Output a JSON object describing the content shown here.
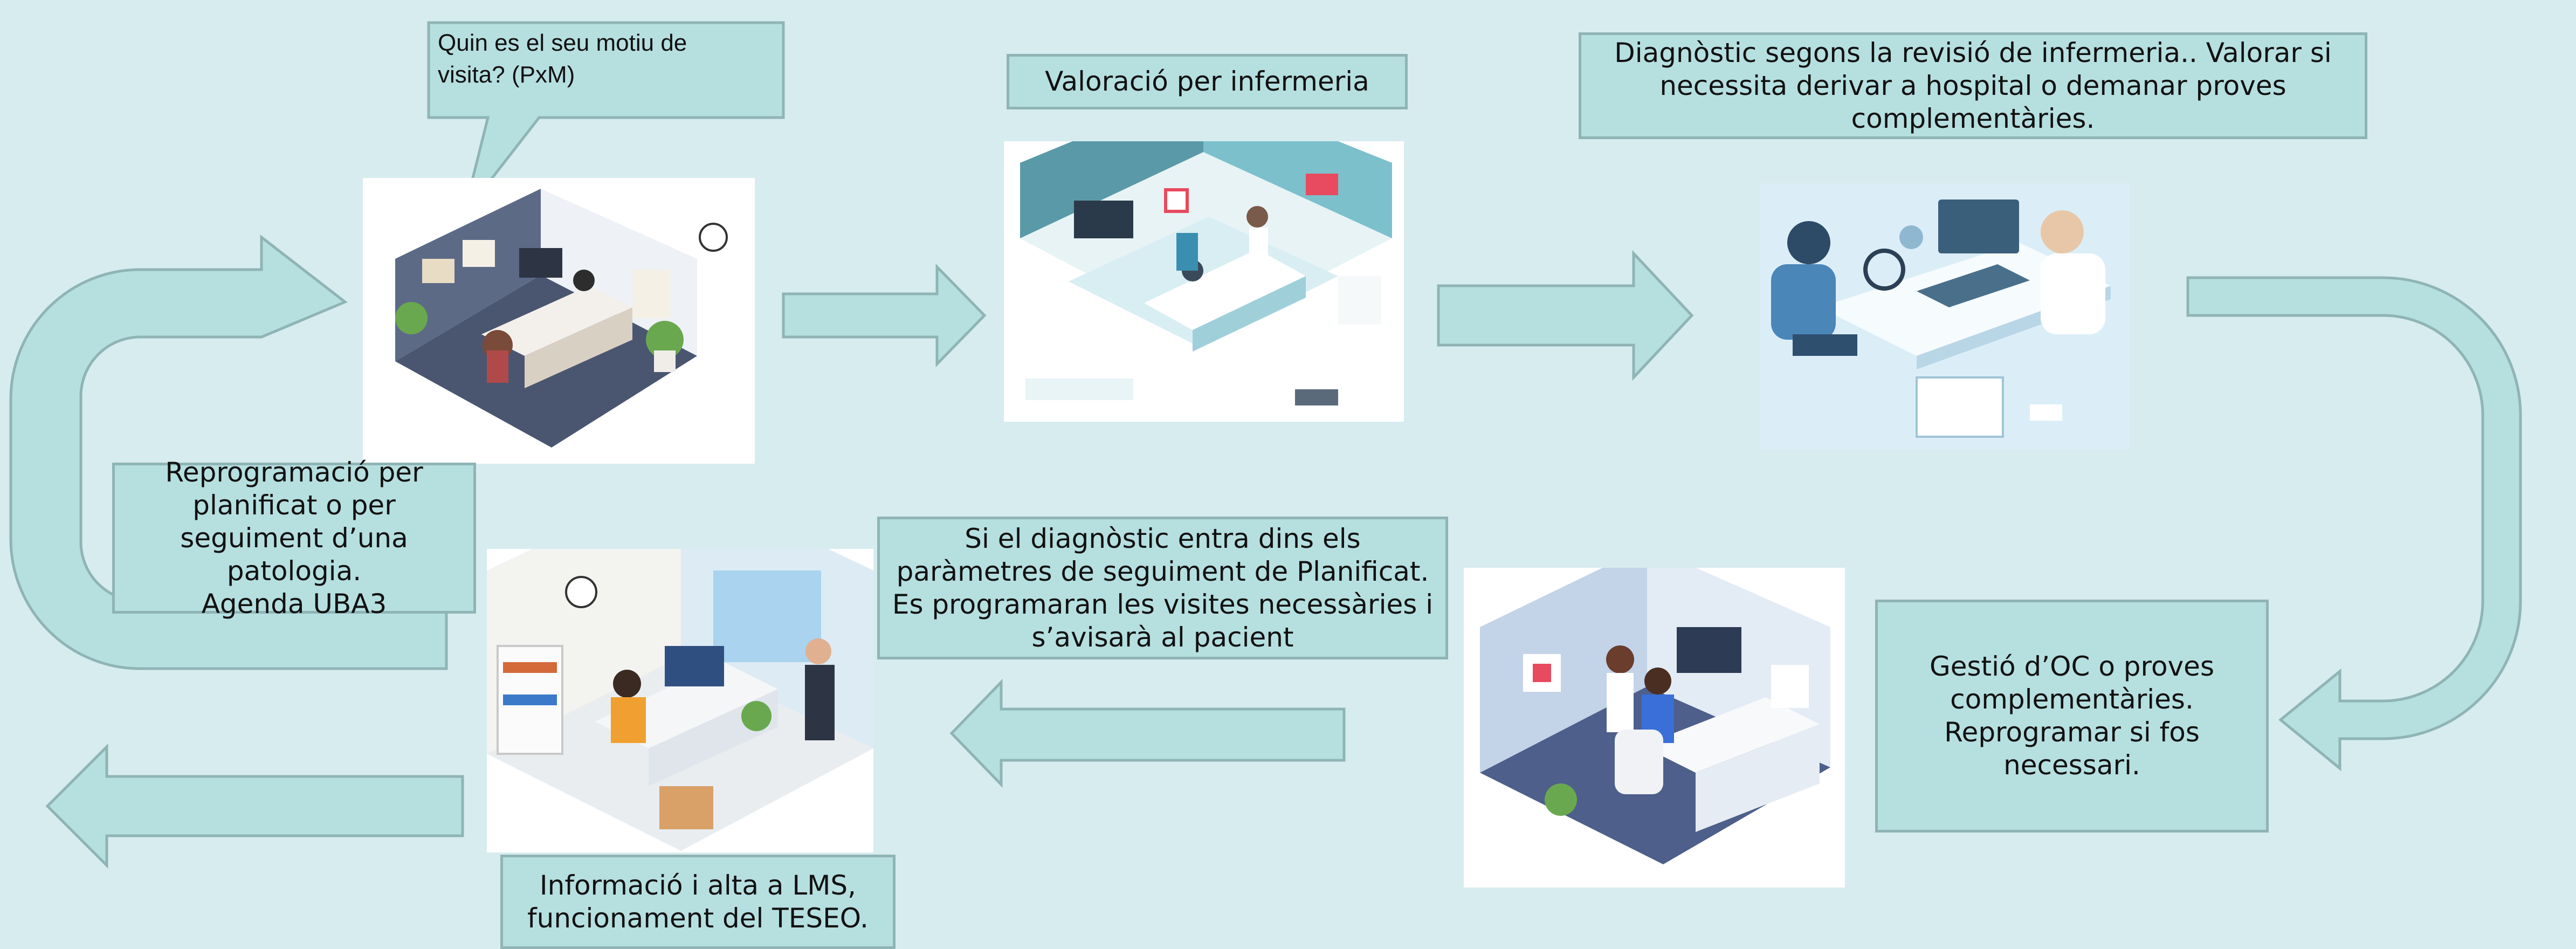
{
  "background_color": "#d7ecee",
  "box_fill": "#b6dfe0",
  "box_border": "#8fb4b6",
  "arrow_fill": "#b6dfe0",
  "steps": {
    "callout": "Quin es el seu motiu de\nvisita? (PxM)",
    "valoracio": "Valoració per infermeria",
    "diagnostic": "Diagnòstic segons la revisió  de infermeria.. Valorar si\nnecessita derivar a hospital o demanar proves\ncomplementàries.",
    "gestio": "Gestió d’OC o proves\ncomplementàries.\nReprogramar si fos\nnecessari.",
    "seguiment": "Si el diagnòstic entra dins els\nparàmetres de seguiment de Planificat.\nEs programaran les visites necessàries i\ns’avisarà al pacient",
    "reprogramacio": "Reprogramació per\nplanificat o per\nseguiment d’una\npatologia.\nAgenda UBA3",
    "informacio": "Informació i alta a LMS,\nfuncionament del TESEO."
  },
  "illustrations": [
    {
      "name": "reception-office-illustration",
      "scene": "reception desk with receptionist and patient"
    },
    {
      "name": "nursing-room-illustration",
      "scene": "nurse assessing patient on bed"
    },
    {
      "name": "diagnosis-consult-illustration",
      "scene": "doctor and patient at laptop with stethoscope"
    },
    {
      "name": "computer-workstation-illustration",
      "scene": "nurse and patient at computer"
    },
    {
      "name": "scheduling-office-illustration",
      "scene": "worker at desk with manager"
    }
  ]
}
